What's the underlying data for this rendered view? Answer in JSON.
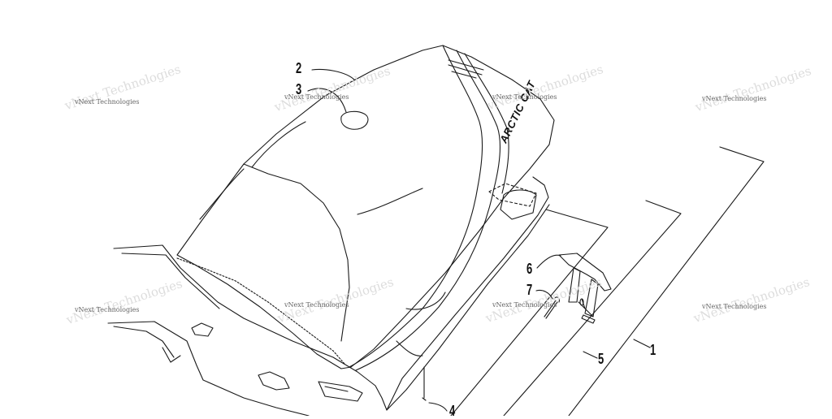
{
  "diagram": {
    "brand_text": "ARCTIC CAT",
    "callouts": [
      {
        "id": "1",
        "label": "1"
      },
      {
        "id": "2",
        "label": "2"
      },
      {
        "id": "3",
        "label": "3"
      },
      {
        "id": "4",
        "label": "4"
      },
      {
        "id": "5",
        "label": "5"
      },
      {
        "id": "6",
        "label": "6"
      },
      {
        "id": "7",
        "label": "7"
      }
    ],
    "watermark": "vNext Technologies",
    "colors": {
      "line": "#1a1a1a",
      "background": "#ffffff",
      "watermark": "#666666"
    }
  }
}
